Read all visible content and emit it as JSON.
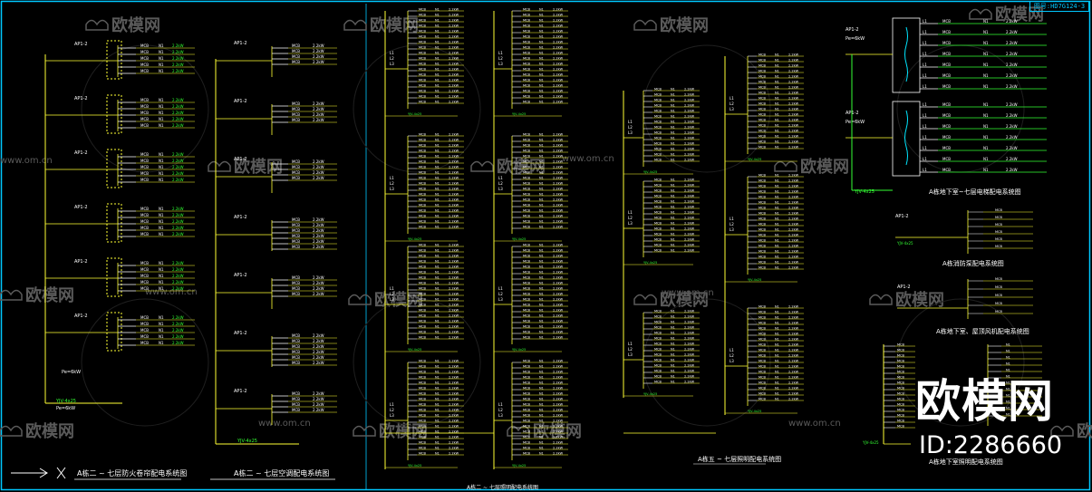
{
  "drawing": {
    "stamp": "图号:HD7G124-3",
    "colors": {
      "background": "#000000",
      "wire": "#ffff33",
      "breaker": "#ffffff",
      "label_green": "#33ff33",
      "title_white": "#ffffff",
      "frame_cyan": "#00c8ff",
      "watermark": "#5a5a5a"
    },
    "panel_titles": {
      "fire_curtain": "A栋二 ~ 七层防火卷帘配电系统图",
      "ac_supply": "A栋二 ~ 七层空调配电系统图",
      "lighting": "A栋五 ~ 七层照明配电系统图",
      "elevator_basement": "A栋地下室~七层电梯配电系统图",
      "pump": "A栋消防泵配电系统图",
      "stair_fan": "A栋地下室、屋顶风机配电系统图",
      "basement_misc": "A栋地下室照明配电系统图",
      "center_bottom": "A栋二 ~ 七层照明配电系统图"
    },
    "small_labels": {
      "panel_id": "AP1-2",
      "breaker": "MCB",
      "circuit": "N1",
      "feed": "YJV-4x25",
      "load": "2.2kW",
      "pe": "Pe=6kW",
      "l1": "L1",
      "l2": "L2",
      "l3": "L3"
    }
  },
  "watermarks": {
    "brand": "欧模网",
    "url": "www.om.cn",
    "url_short": "om.cn"
  },
  "brand_overlay": {
    "title": "欧模网",
    "id": "ID:2286660"
  }
}
